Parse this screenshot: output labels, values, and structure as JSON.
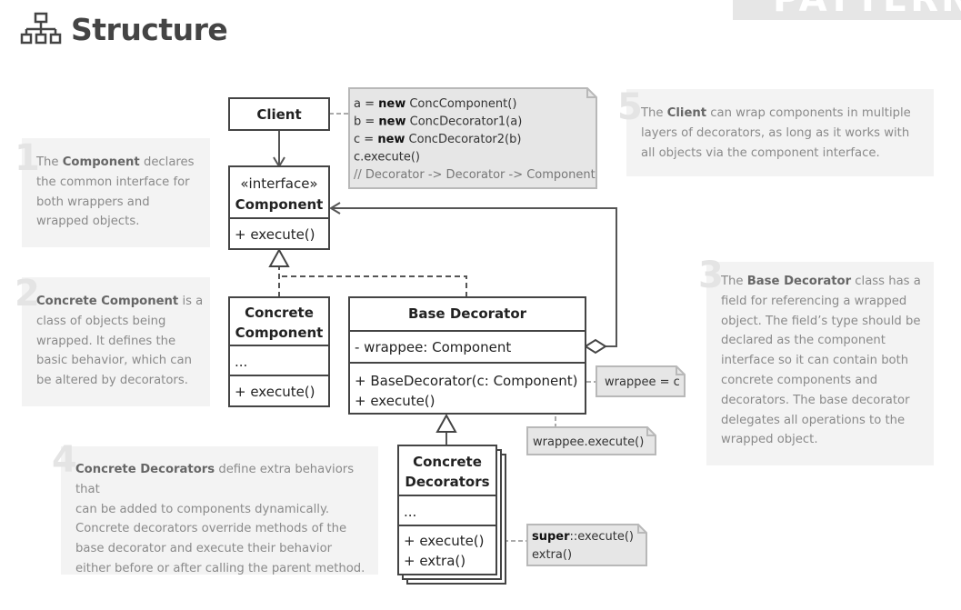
{
  "header": {
    "title": "Structure",
    "icon": "structure-hierarchy-icon"
  },
  "banner": {
    "text": "PATTERNS"
  },
  "notes": [
    {
      "num": "1",
      "parts": [
        "The ",
        "Component",
        " declares",
        "the common interface for",
        "both wrappers and",
        "wrapped objects."
      ]
    },
    {
      "num": "2",
      "parts": [
        "Concrete Component",
        " is a",
        "class of objects being",
        "wrapped. It defines the",
        "basic behavior, which can",
        "be altered by decorators."
      ]
    },
    {
      "num": "3",
      "parts": [
        "The ",
        "Base Decorator",
        " class has a",
        "field for referencing a wrapped",
        "object. The field’s type should be",
        "declared as the component",
        "interface so it can contain both",
        "concrete components and",
        "decorators. The base decorator",
        "delegates all operations to the",
        "wrapped object."
      ]
    },
    {
      "num": "4",
      "parts": [
        "Concrete Decorators",
        " define extra behaviors that",
        "can be added to components dynamically.",
        "Concrete decorators override methods of the",
        "base decorator and execute their behavior",
        "either before or after calling the parent method."
      ]
    },
    {
      "num": "5",
      "parts": [
        "The ",
        "Client",
        " can wrap components in multiple",
        "layers of decorators, as long as it works with",
        "all objects via the component interface."
      ]
    }
  ],
  "classes": {
    "client": {
      "name": "Client"
    },
    "component": {
      "stereotype": "«interface»",
      "name": "Component",
      "method": "+ execute()"
    },
    "concrete_component": {
      "name1": "Concrete",
      "name2": "Component",
      "field": "...",
      "method": "+ execute()"
    },
    "base_decorator": {
      "name": "Base Decorator",
      "field": "- wrappee: Component",
      "ctor": "+ BaseDecorator(c: Component)",
      "method": "+ execute()"
    },
    "concrete_decorators": {
      "name1": "Concrete",
      "name2": "Decorators",
      "field": "...",
      "method1": "+ execute()",
      "method2": "+ extra()"
    }
  },
  "memos": {
    "client_code": {
      "line1_a": "a = ",
      "line1_kw": "new",
      "line1_b": " ConcComponent()",
      "line2_a": "b = ",
      "line2_kw": "new",
      "line2_b": " ConcDecorator1(a)",
      "line3_a": "c = ",
      "line3_kw": "new",
      "line3_b": " ConcDecorator2(b)",
      "line4": "c.execute()",
      "line5": "// Decorator -> Decorator -> Component"
    },
    "wrappee_assign": "wrappee = c",
    "wrappee_execute": "wrappee.execute()",
    "super_kw": "super",
    "super_rest": "::execute()",
    "extra": "extra()"
  }
}
